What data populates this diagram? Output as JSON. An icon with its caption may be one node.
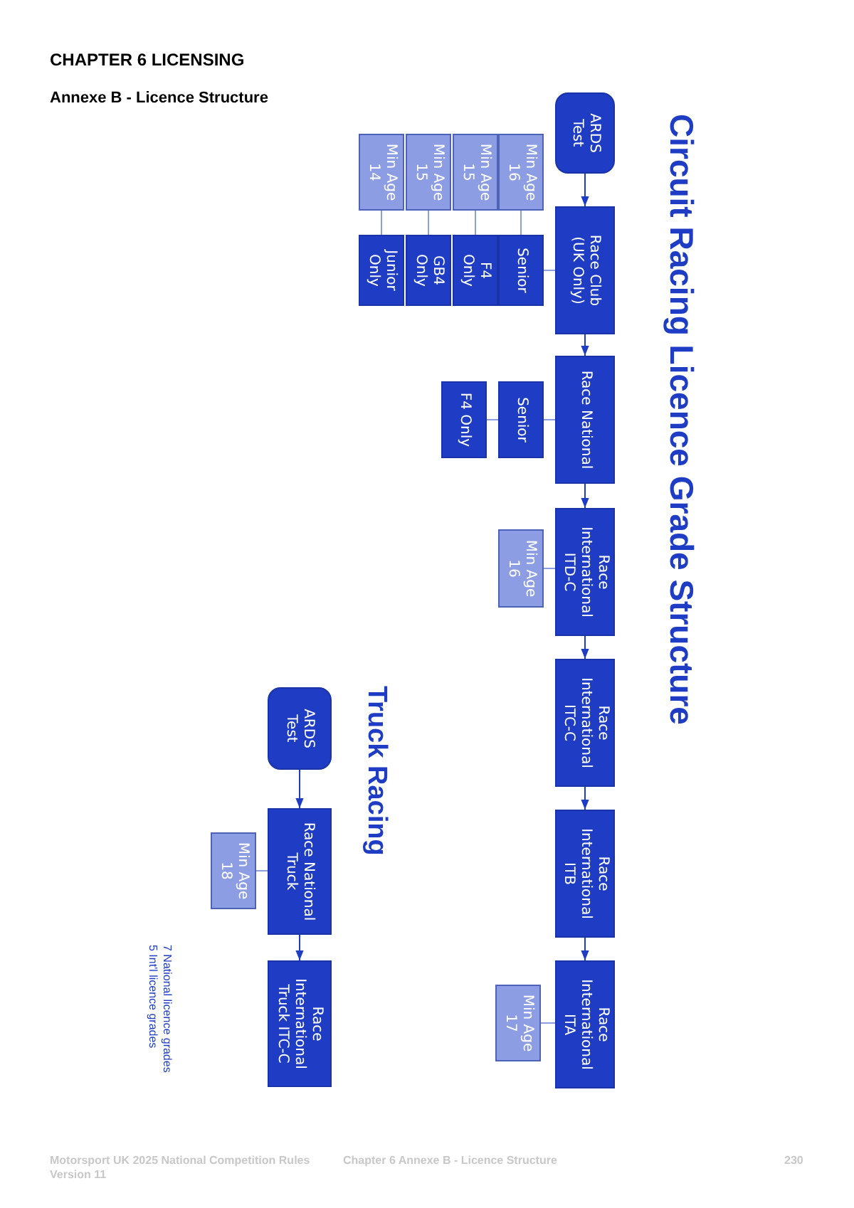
{
  "diagram": {
    "title": "Circuit Racing Licence Grade Structure",
    "nodes": [
      {
        "text": [
          "ARDS Test"
        ]
      },
      {
        "text": [
          "Race Club (UK Only)"
        ]
      },
      {
        "text": [
          "Race National"
        ]
      },
      {
        "text": [
          "Race International ITD-C"
        ]
      },
      {
        "text": [
          "Race International ITC-C"
        ]
      },
      {
        "text": [
          "Race International ITB"
        ]
      },
      {
        "text": [
          "Race International ITA"
        ]
      },
      {
        "text": [
          "Min Age 16"
        ]
      },
      {
        "text": [
          "Min Age 15"
        ]
      },
      {
        "text": [
          "Min Age 15"
        ]
      },
      {
        "text": [
          "Min Age 14"
        ]
      },
      {
        "text": [
          "Senior"
        ]
      },
      {
        "text": [
          "F4 Only"
        ]
      },
      {
        "text": [
          "GB4 Only"
        ]
      },
      {
        "text": [
          "Junior Only"
        ]
      },
      {
        "text": [
          "Senior"
        ]
      },
      {
        "text": [
          "F4 Only"
        ]
      },
      {
        "text": [
          "Min Age 16"
        ]
      },
      {
        "text": [
          "Min Age 17"
        ]
      },
      {
        "text": [
          "ARDS Test"
        ]
      },
      {
        "text": [
          "Race National Truck"
        ]
      },
      {
        "text": [
          "Race International Truck ITC-C"
        ]
      },
      {
        "text": [
          "Min Age 18"
        ]
      }
    ],
    "edges": [
      {
        "from": 0,
        "to": 1,
        "arrow": "to",
        "color": "#1f3dc4"
      },
      {
        "from": 1,
        "to": 2,
        "arrow": "to",
        "color": "#1f3dc4"
      },
      {
        "from": 2,
        "to": 3,
        "arrow": "to",
        "color": "#1f3dc4"
      },
      {
        "from": 3,
        "to": 4,
        "arrow": "to",
        "color": "#1f3dc4"
      },
      {
        "from": 4,
        "to": 5,
        "arrow": "to",
        "color": "#1f3dc4"
      },
      {
        "from": 5,
        "to": 6,
        "arrow": "to",
        "color": "#1f3dc4"
      },
      {
        "from": 1,
        "to": 11,
        "arrow": "none"
      },
      {
        "from": 11,
        "to": 7,
        "arrow": "none"
      },
      {
        "from": 12,
        "to": 8,
        "arrow": "none"
      },
      {
        "from": 13,
        "to": 9,
        "arrow": "none"
      },
      {
        "from": 14,
        "to": 10,
        "arrow": "none"
      },
      {
        "from": 2,
        "to": 15,
        "arrow": "none"
      },
      {
        "from": 15,
        "to": 16,
        "arrow": "none"
      },
      {
        "from": 3,
        "to": 17,
        "arrow": "none"
      },
      {
        "from": 6,
        "to": 18,
        "arrow": "none"
      },
      {
        "from": 19,
        "to": 20,
        "arrow": "to",
        "color": "#1f3dc4"
      },
      {
        "from": 20,
        "to": 21,
        "arrow": "to",
        "color": "#1f3dc4"
      },
      {
        "from": 20,
        "to": 22,
        "arrow": "none"
      }
    ],
    "labels": [
      "CHAPTER 6 LICENSING",
      "Annexe B - Licence Structure",
      "Truck Racing",
      "7 National licence grades",
      "5 Int'l licence grades",
      "Motorsport UK 2025 National Competition Rules",
      "Version 11",
      "Chapter 6 Annexe B - Licence Structure",
      "230"
    ]
  }
}
